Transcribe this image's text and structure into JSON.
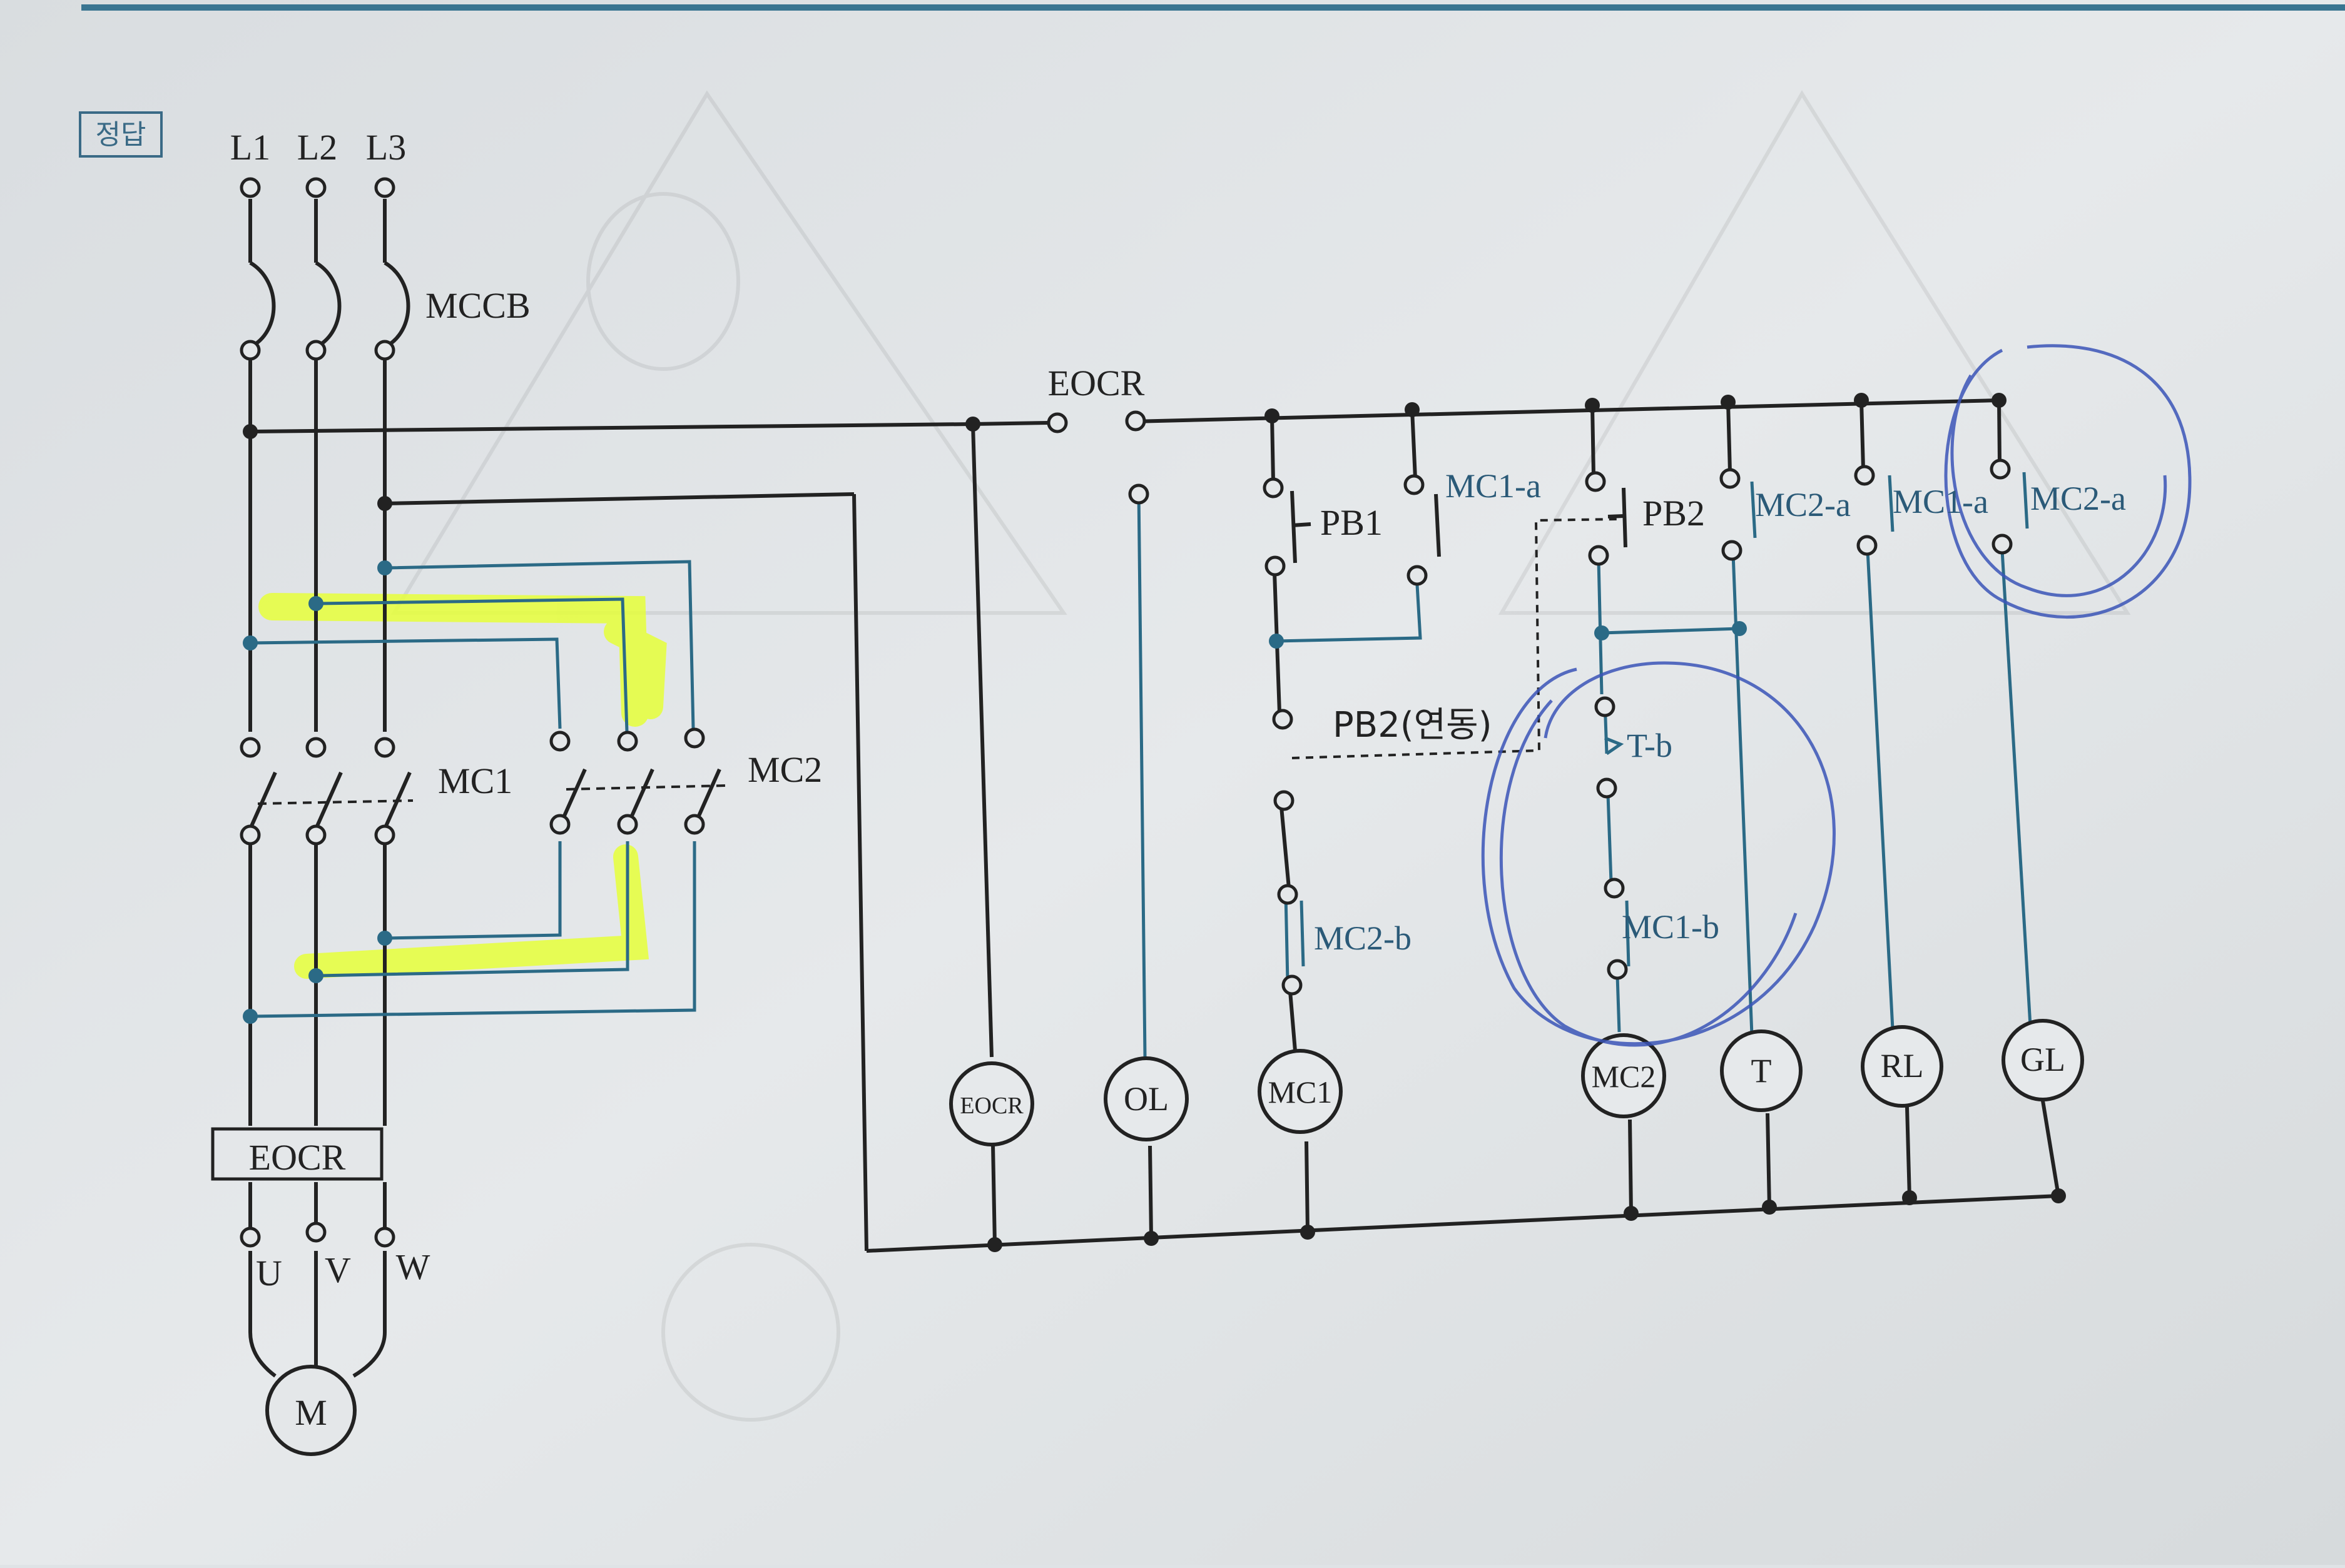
{
  "badge": "정답",
  "power": {
    "phases": [
      "L1",
      "L2",
      "L3"
    ],
    "breaker": "MCCB",
    "contactor_1": "MC1",
    "contactor_2": "MC2",
    "overload": "EOCR",
    "terminals": [
      "U",
      "V",
      "W"
    ],
    "motor": "M"
  },
  "control": {
    "eocr_contact": "EOCR",
    "pb1": "PB1",
    "mc1_a": "MC1-a",
    "pb2": "PB2",
    "pb2_linked": "PB2(연동)",
    "mc2_b": "MC2-b",
    "t_b": "T-b",
    "mc1_b": "MC1-b",
    "mc2_a_1": "MC2-a",
    "mc1_a_2": "MC1-a",
    "mc2_a_2": "MC2-a",
    "coils": [
      "EOCR",
      "OL",
      "MC1",
      "MC2",
      "T",
      "RL",
      "GL"
    ]
  },
  "colors": {
    "wire": "#222222",
    "blue_wire": "#2b6a86",
    "pen": "#3b55b8",
    "highlight": "#e6ff3a",
    "paper": "#dfe3e6"
  }
}
